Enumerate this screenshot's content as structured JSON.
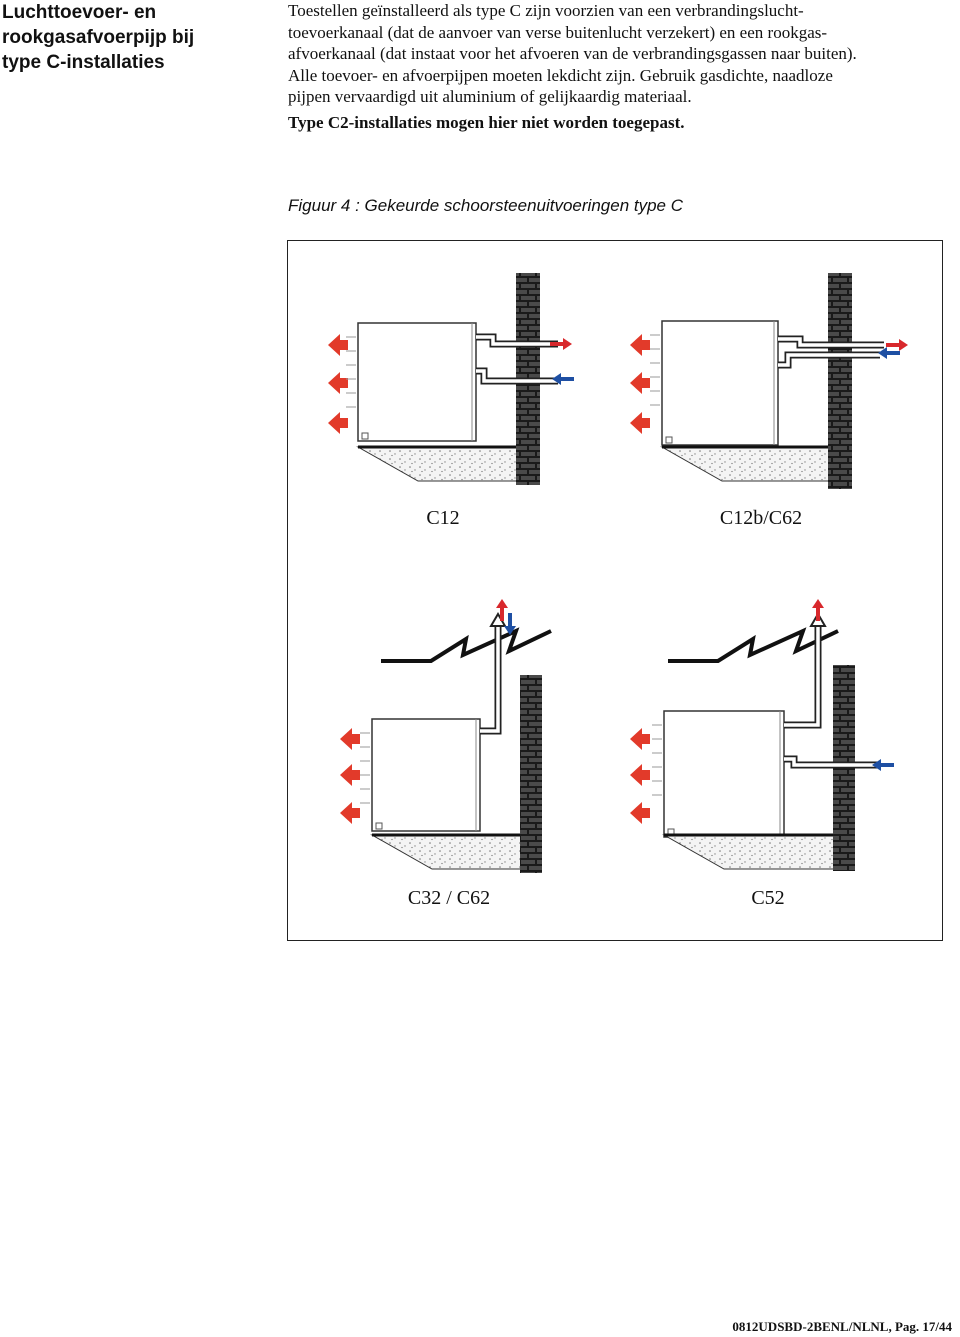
{
  "side_title": {
    "lines": [
      "Luchttoevoer- en",
      "rookgasafvoerpijp bij",
      "type C-installaties"
    ]
  },
  "body": {
    "lines": [
      "Toestellen geïnstalleerd als type C zijn voorzien van een verbrandingslucht-",
      "toevoerkanaal (dat de aanvoer van verse buitenlucht verzekert) en een rookgas-",
      "afvoerkanaal (dat instaat voor het afvoeren van de verbrandingsgassen naar buiten).",
      "Alle toevoer- en afvoerpijpen moeten lekdicht zijn. Gebruik gasdichte, naadloze",
      "pijpen vervaardigd uit aluminium of gelijkaardig materiaal."
    ],
    "bold_line": "Type C2-installaties mogen hier niet worden toegepast."
  },
  "figure": {
    "caption": "Figuur 4 : Gekeurde schoorsteenuitvoeringen type C",
    "panels": [
      {
        "label": "C12"
      },
      {
        "label": "C12b/C62"
      },
      {
        "label": "C32 / C62"
      },
      {
        "label": "C52"
      }
    ],
    "colors": {
      "exhaust": "#d8282c",
      "supply": "#1e4fa3",
      "heat": "#e23a2a",
      "wall": "#1a1a1a"
    }
  },
  "footer": {
    "page_ref": "0812UDSBD-2BENL/NLNL, Pag. 17/44"
  }
}
